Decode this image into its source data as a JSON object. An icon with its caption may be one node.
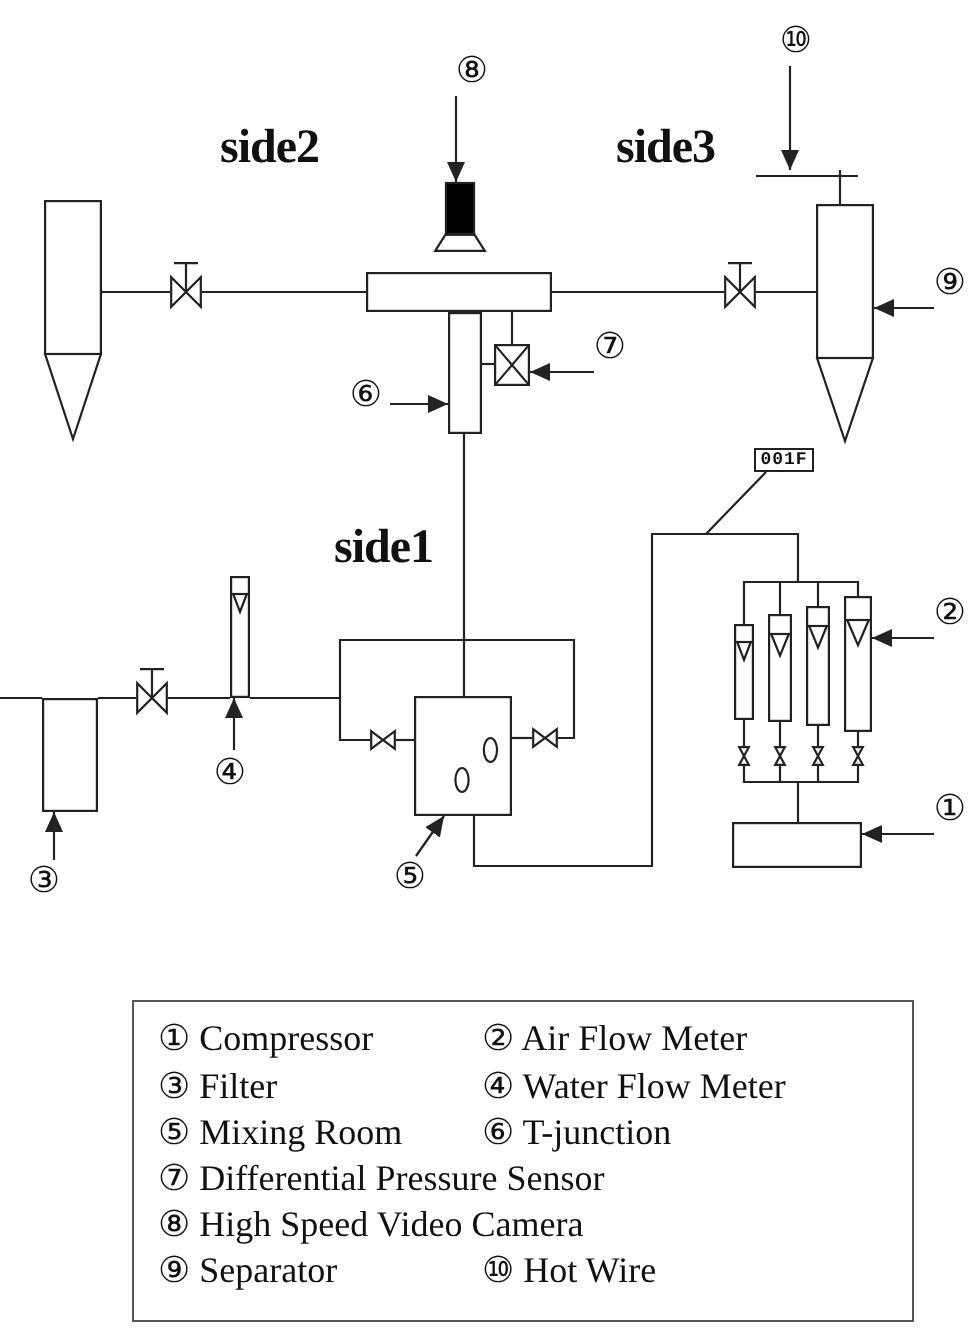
{
  "diagram": {
    "nodes": [
      {
        "text": [
          "⑩"
        ]
      },
      {
        "text": [
          "⑧"
        ]
      },
      {
        "text": [],
        "shape": "bar"
      },
      {
        "text": [],
        "shape": "camera"
      },
      {
        "text": [],
        "shape": "vessel"
      },
      {
        "text": [],
        "shape": "box"
      },
      {
        "text": [],
        "shape": "vessel"
      },
      {
        "text": [
          "⑨"
        ]
      },
      {
        "text": [
          "⑦"
        ]
      },
      {
        "text": [
          "⑥"
        ]
      },
      {
        "text": [],
        "shape": "box"
      },
      {
        "text": [],
        "shape": "box"
      },
      {
        "text": [
          "001F"
        ]
      },
      {
        "text": [],
        "shape": "box"
      },
      {
        "text": [],
        "shape": "box"
      },
      {
        "text": [],
        "shape": "box"
      },
      {
        "text": [],
        "shape": "box"
      },
      {
        "text": [],
        "shape": "box"
      },
      {
        "text": [],
        "shape": "box"
      },
      {
        "text": [],
        "shape": "box"
      },
      {
        "text": [
          "②"
        ]
      },
      {
        "text": [
          "④"
        ]
      },
      {
        "text": [
          "①"
        ]
      },
      {
        "text": [],
        "shape": "box"
      },
      {
        "text": [
          "③"
        ]
      },
      {
        "text": [
          "⑤"
        ]
      },
      {
        "text": [],
        "shape": "valve"
      },
      {
        "text": [],
        "shape": "valve"
      },
      {
        "text": [],
        "shape": "valve"
      },
      {
        "text": [],
        "shape": "valve"
      },
      {
        "text": [],
        "shape": "valve"
      },
      {
        "text": [],
        "shape": "valve"
      },
      {
        "text": [],
        "shape": "valve"
      },
      {
        "text": [],
        "shape": "valve"
      },
      {
        "text": [],
        "shape": "valve"
      },
      {
        "text": [
          "① Compressor",
          "② Air Flow Meter",
          "③ Filter",
          "④ Water Flow Meter",
          "⑤ Mixing Room",
          "⑥ T-junction",
          "⑦ Differential Pressure Sensor",
          "⑧ High Speed Video Camera",
          "⑨ Separator",
          "⑩ Hot Wire"
        ]
      }
    ],
    "edges": [
      {
        "from": 0,
        "to": 2,
        "arrow": "to"
      },
      {
        "from": 1,
        "to": 3,
        "arrow": "to"
      },
      {
        "from": 4,
        "to": 26,
        "arrow": "none"
      },
      {
        "from": 26,
        "to": 5,
        "arrow": "none"
      },
      {
        "from": 5,
        "to": 27,
        "arrow": "none"
      },
      {
        "from": 27,
        "to": 6,
        "arrow": "none"
      },
      {
        "from": 2,
        "to": 6,
        "arrow": "none"
      },
      {
        "from": 7,
        "to": 6,
        "arrow": "to"
      },
      {
        "from": 5,
        "to": 11,
        "arrow": "none"
      },
      {
        "from": 10,
        "to": 11,
        "arrow": "none"
      },
      {
        "from": 8,
        "to": 11,
        "arrow": "to"
      },
      {
        "from": 9,
        "to": 10,
        "arrow": "to"
      },
      {
        "from": 10,
        "to": 15,
        "arrow": "none"
      },
      {
        "from": 12,
        "to": null,
        "arrow": "none"
      },
      {
        "from": null,
        "to": 14,
        "arrow": "none"
      },
      {
        "from": 14,
        "to": 28,
        "arrow": "none"
      },
      {
        "from": 28,
        "to": 13,
        "arrow": "none"
      },
      {
        "from": 13,
        "to": 30,
        "arrow": "none"
      },
      {
        "from": 30,
        "to": 15,
        "arrow": "none"
      },
      {
        "from": 13,
        "to": 29,
        "arrow": "none"
      },
      {
        "from": 29,
        "to": 15,
        "arrow": "none"
      },
      {
        "from": 20,
        "to": 19,
        "arrow": "to"
      },
      {
        "from": 23,
        "to": 31,
        "arrow": "none"
      },
      {
        "from": 23,
        "to": 32,
        "arrow": "none"
      },
      {
        "from": 23,
        "to": 33,
        "arrow": "none"
      },
      {
        "from": 23,
        "to": 34,
        "arrow": "none"
      },
      {
        "from": 31,
        "to": 16,
        "arrow": "none"
      },
      {
        "from": 32,
        "to": 17,
        "arrow": "none"
      },
      {
        "from": 33,
        "to": 18,
        "arrow": "none"
      },
      {
        "from": 34,
        "to": 19,
        "arrow": "none"
      },
      {
        "from": 16,
        "to": 15,
        "arrow": "none"
      },
      {
        "from": 17,
        "to": 15,
        "arrow": "none"
      },
      {
        "from": 18,
        "to": 15,
        "arrow": "none"
      },
      {
        "from": 19,
        "to": 15,
        "arrow": "none"
      },
      {
        "from": 21,
        "to": 13,
        "arrow": "to"
      },
      {
        "from": 22,
        "to": 23,
        "arrow": "to"
      },
      {
        "from": 24,
        "to": 14,
        "arrow": "to"
      },
      {
        "from": 25,
        "to": 15,
        "arrow": "to"
      }
    ],
    "labels": [
      "side2",
      "side3",
      "side1"
    ]
  }
}
